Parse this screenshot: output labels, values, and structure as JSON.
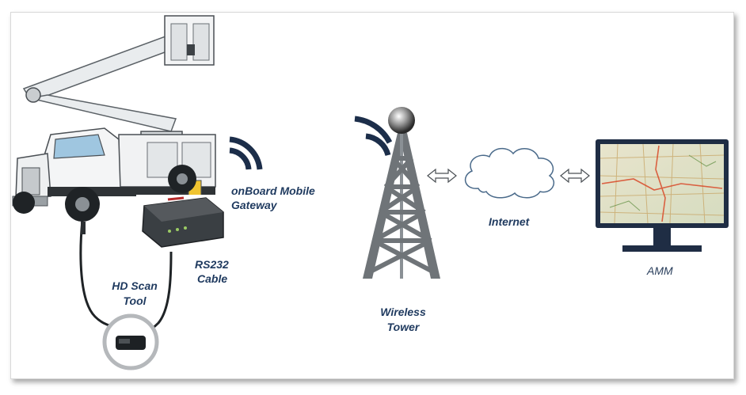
{
  "labels": {
    "gateway_line1": "onBoard Mobile",
    "gateway_line2": "Gateway",
    "rs232_line1": "RS232",
    "rs232_line2": "Cable",
    "scan_line1": "HD Scan",
    "scan_line2": "Tool",
    "tower_line1": "Wireless",
    "tower_line2": "Tower",
    "internet": "Internet",
    "amm": "AMM"
  },
  "icons": [
    "bucket-truck-icon",
    "gateway-device-icon",
    "scan-tool-icon",
    "wireless-signal-icon",
    "radio-tower-icon",
    "cloud-icon",
    "double-arrow-icon",
    "monitor-map-icon"
  ],
  "colors": {
    "label": "#1f3a5f",
    "signal": "#1c2e4a",
    "tower": "#6f7478",
    "cloud_stroke": "#4a6a8a",
    "monitor": "#1f2d44"
  }
}
